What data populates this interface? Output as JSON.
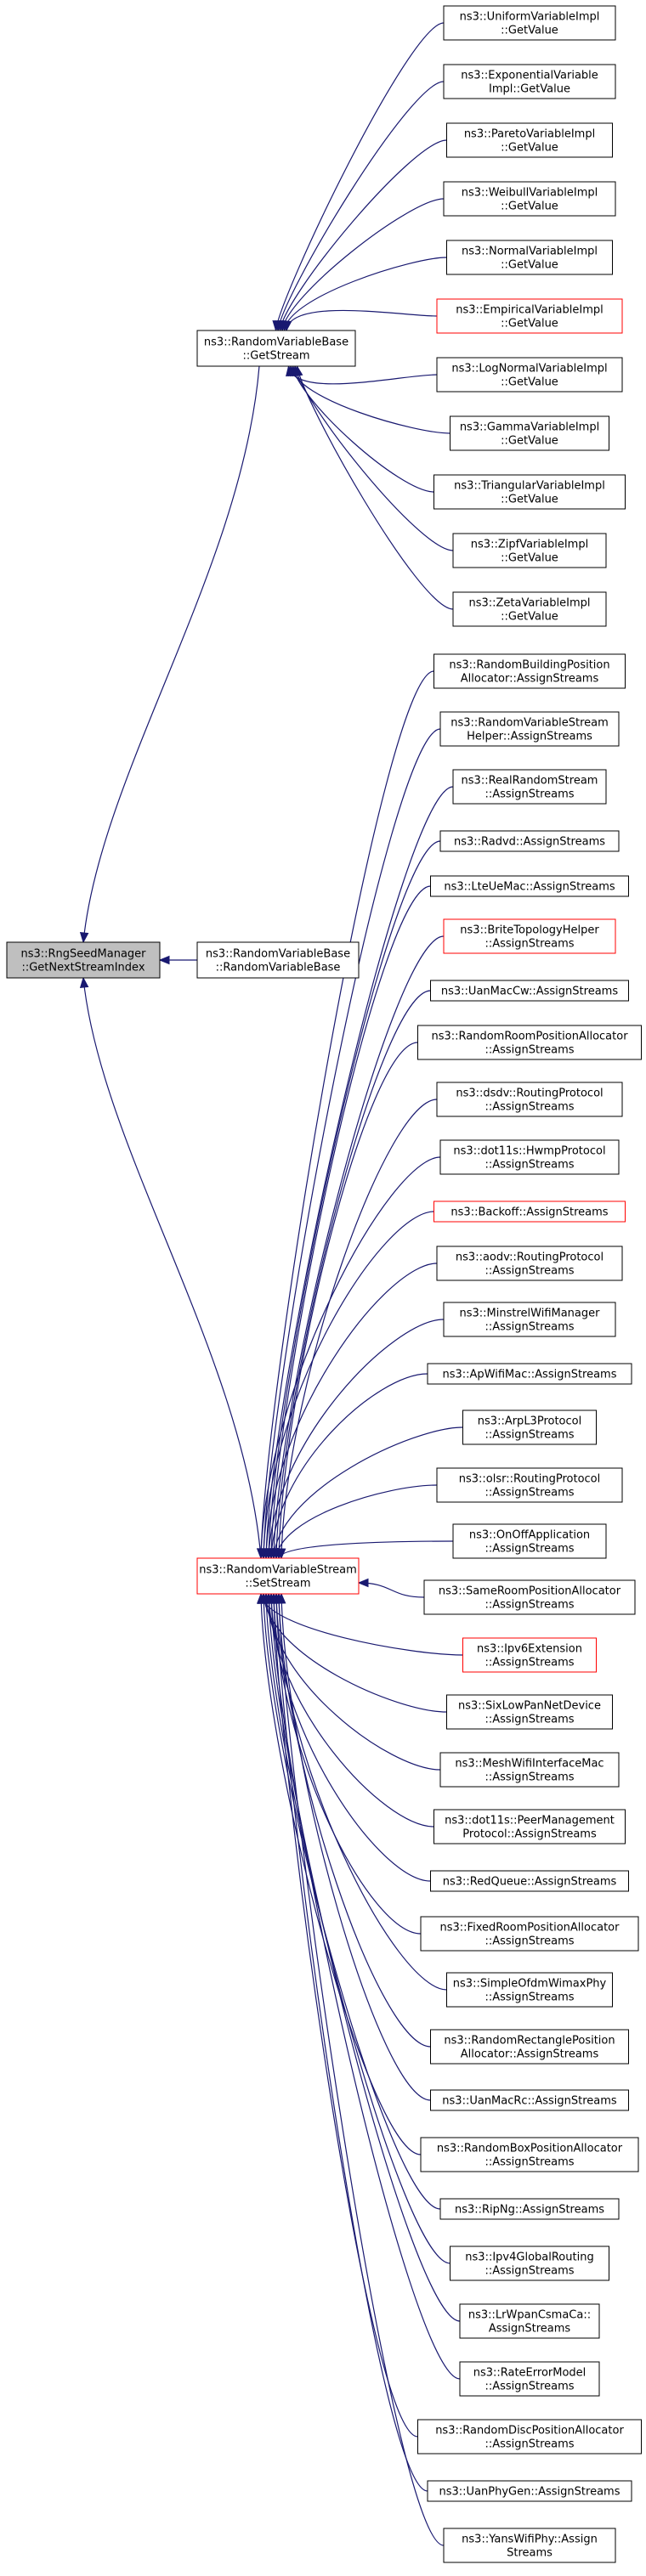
{
  "diagram": {
    "root": {
      "id": "root",
      "lines": [
        "ns3::RngSeedManager",
        "::GetNextStreamIndex"
      ],
      "highlight": true
    },
    "hubs": [
      {
        "id": "getstream",
        "lines": [
          "ns3::RandomVariableBase",
          "::GetStream"
        ]
      },
      {
        "id": "rvbase",
        "lines": [
          "ns3::RandomVariableBase",
          "::RandomVariableBase"
        ]
      },
      {
        "id": "setstream",
        "lines": [
          "ns3::RandomVariableStream",
          "::SetStream"
        ],
        "red": true
      }
    ],
    "getstream_callers": [
      {
        "lines": [
          "ns3::UniformVariableImpl",
          "::GetValue"
        ]
      },
      {
        "lines": [
          "ns3::ExponentialVariable",
          "Impl::GetValue"
        ]
      },
      {
        "lines": [
          "ns3::ParetoVariableImpl",
          "::GetValue"
        ]
      },
      {
        "lines": [
          "ns3::WeibullVariableImpl",
          "::GetValue"
        ]
      },
      {
        "lines": [
          "ns3::NormalVariableImpl",
          "::GetValue"
        ]
      },
      {
        "lines": [
          "ns3::EmpiricalVariableImpl",
          "::GetValue"
        ],
        "red": true
      },
      {
        "lines": [
          "ns3::LogNormalVariableImpl",
          "::GetValue"
        ]
      },
      {
        "lines": [
          "ns3::GammaVariableImpl",
          "::GetValue"
        ]
      },
      {
        "lines": [
          "ns3::TriangularVariableImpl",
          "::GetValue"
        ]
      },
      {
        "lines": [
          "ns3::ZipfVariableImpl",
          "::GetValue"
        ]
      },
      {
        "lines": [
          "ns3::ZetaVariableImpl",
          "::GetValue"
        ]
      }
    ],
    "setstream_callers": [
      {
        "lines": [
          "ns3::RandomBuildingPosition",
          "Allocator::AssignStreams"
        ]
      },
      {
        "lines": [
          "ns3::RandomVariableStream",
          "Helper::AssignStreams"
        ]
      },
      {
        "lines": [
          "ns3::RealRandomStream",
          "::AssignStreams"
        ]
      },
      {
        "lines": [
          "ns3::Radvd::AssignStreams"
        ]
      },
      {
        "lines": [
          "ns3::LteUeMac::AssignStreams"
        ]
      },
      {
        "lines": [
          "ns3::BriteTopologyHelper",
          "::AssignStreams"
        ],
        "red": true
      },
      {
        "lines": [
          "ns3::UanMacCw::AssignStreams"
        ]
      },
      {
        "lines": [
          "ns3::RandomRoomPositionAllocator",
          "::AssignStreams"
        ]
      },
      {
        "lines": [
          "ns3::dsdv::RoutingProtocol",
          "::AssignStreams"
        ]
      },
      {
        "lines": [
          "ns3::dot11s::HwmpProtocol",
          "::AssignStreams"
        ]
      },
      {
        "lines": [
          "ns3::Backoff::AssignStreams"
        ],
        "red": true
      },
      {
        "lines": [
          "ns3::aodv::RoutingProtocol",
          "::AssignStreams"
        ]
      },
      {
        "lines": [
          "ns3::MinstrelWifiManager",
          "::AssignStreams"
        ]
      },
      {
        "lines": [
          "ns3::ApWifiMac::AssignStreams"
        ]
      },
      {
        "lines": [
          "ns3::ArpL3Protocol",
          "::AssignStreams"
        ]
      },
      {
        "lines": [
          "ns3::olsr::RoutingProtocol",
          "::AssignStreams"
        ]
      },
      {
        "lines": [
          "ns3::OnOffApplication",
          "::AssignStreams"
        ]
      },
      {
        "lines": [
          "ns3::SameRoomPositionAllocator",
          "::AssignStreams"
        ]
      },
      {
        "lines": [
          "ns3::Ipv6Extension",
          "::AssignStreams"
        ],
        "red": true
      },
      {
        "lines": [
          "ns3::SixLowPanNetDevice",
          "::AssignStreams"
        ]
      },
      {
        "lines": [
          "ns3::MeshWifiInterfaceMac",
          "::AssignStreams"
        ]
      },
      {
        "lines": [
          "ns3::dot11s::PeerManagement",
          "Protocol::AssignStreams"
        ]
      },
      {
        "lines": [
          "ns3::RedQueue::AssignStreams"
        ]
      },
      {
        "lines": [
          "ns3::FixedRoomPositionAllocator",
          "::AssignStreams"
        ]
      },
      {
        "lines": [
          "ns3::SimpleOfdmWimaxPhy",
          "::AssignStreams"
        ]
      },
      {
        "lines": [
          "ns3::RandomRectanglePosition",
          "Allocator::AssignStreams"
        ]
      },
      {
        "lines": [
          "ns3::UanMacRc::AssignStreams"
        ]
      },
      {
        "lines": [
          "ns3::RandomBoxPositionAllocator",
          "::AssignStreams"
        ]
      },
      {
        "lines": [
          "ns3::RipNg::AssignStreams"
        ]
      },
      {
        "lines": [
          "ns3::Ipv4GlobalRouting",
          "::AssignStreams"
        ]
      },
      {
        "lines": [
          "ns3::LrWpanCsmaCa::",
          "AssignStreams"
        ]
      },
      {
        "lines": [
          "ns3::RateErrorModel",
          "::AssignStreams"
        ]
      },
      {
        "lines": [
          "ns3::RandomDiscPositionAllocator",
          "::AssignStreams"
        ]
      },
      {
        "lines": [
          "ns3::UanPhyGen::AssignStreams"
        ]
      },
      {
        "lines": [
          "ns3::YansWifiPhy::Assign",
          "Streams"
        ]
      }
    ]
  }
}
